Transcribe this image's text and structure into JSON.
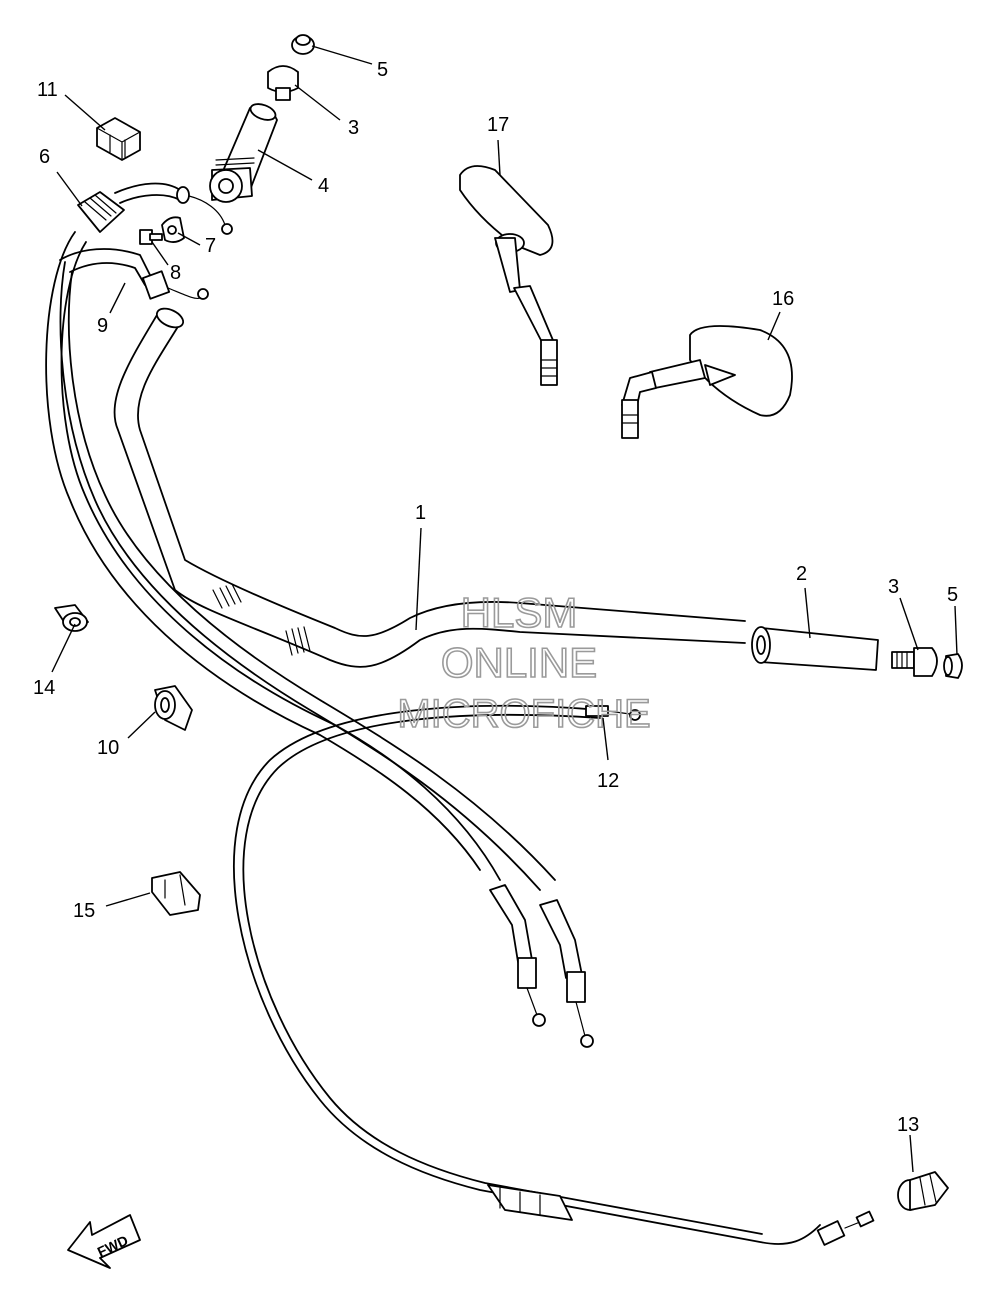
{
  "watermark": {
    "line1": "HLSM",
    "line2": "ONLINE",
    "line3": "MICROFICHE",
    "color": "#9a9a9a"
  },
  "direction_label": "FWD",
  "callouts": [
    {
      "id": "c1",
      "label": "1"
    },
    {
      "id": "c2",
      "label": "2"
    },
    {
      "id": "c3a",
      "label": "3"
    },
    {
      "id": "c3b",
      "label": "3"
    },
    {
      "id": "c4",
      "label": "4"
    },
    {
      "id": "c5a",
      "label": "5"
    },
    {
      "id": "c5b",
      "label": "5"
    },
    {
      "id": "c6",
      "label": "6"
    },
    {
      "id": "c7",
      "label": "7"
    },
    {
      "id": "c8",
      "label": "8"
    },
    {
      "id": "c9",
      "label": "9"
    },
    {
      "id": "c10",
      "label": "10"
    },
    {
      "id": "c11",
      "label": "11"
    },
    {
      "id": "c12",
      "label": "12"
    },
    {
      "id": "c13",
      "label": "13"
    },
    {
      "id": "c14",
      "label": "14"
    },
    {
      "id": "c15",
      "label": "15"
    },
    {
      "id": "c16",
      "label": "16"
    },
    {
      "id": "c17",
      "label": "17"
    }
  ]
}
